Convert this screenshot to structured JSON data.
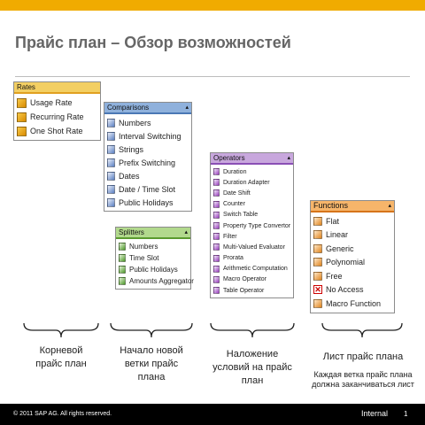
{
  "slide": {
    "title": "Прайс план – Обзор возможностей",
    "accent": "#f0ab00"
  },
  "palettes": {
    "rates": {
      "title": "Rates",
      "items": [
        "Usage Rate",
        "Recurring Rate",
        "One Shot Rate"
      ]
    },
    "comparisons": {
      "title": "Comparisons",
      "items": [
        "Numbers",
        "Interval Switching",
        "Strings",
        "Prefix Switching",
        "Dates",
        "Date / Time Slot",
        "Public Holidays"
      ]
    },
    "splitters": {
      "title": "Splitters",
      "items": [
        "Numbers",
        "Time Slot",
        "Public Holidays",
        "Amounts Aggregator"
      ]
    },
    "operators": {
      "title": "Operators",
      "items": [
        "Duration",
        "Duration Adapter",
        "Date Shift",
        "Counter",
        "Switch Table",
        "Property Type Convertor",
        "Filter",
        "Multi-Valued Evaluator",
        "Prorata",
        "Arithmetic Computation",
        "Macro Operator",
        "Table Operator"
      ]
    },
    "functions": {
      "title": "Functions",
      "items": [
        "Flat",
        "Linear",
        "Generic",
        "Polynomial",
        "Free",
        "No Access",
        "Macro Function"
      ]
    }
  },
  "captions": {
    "root_line1": "Корневой",
    "root_line2": "прайс план",
    "branch_line1": "Начало новой",
    "branch_line2": "ветки прайс",
    "branch_line3": "плана",
    "cond_line1": "Наложение",
    "cond_line2": "условий на прайс",
    "cond_line3": "план",
    "leaf_line1": "Лист прайс плана",
    "leaf_note_line1": "Каждая ветка прайс плана",
    "leaf_note_line2": "должна заканчиваться лист"
  },
  "footer": {
    "copyright": "© 2011 SAP AG. All rights reserved.",
    "classification": "Internal",
    "page": "1"
  }
}
